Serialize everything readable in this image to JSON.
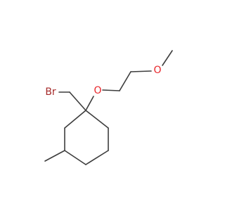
{
  "molecule": {
    "atoms": {
      "br": {
        "label": "Br",
        "color": "#a52a2a"
      },
      "o_ether": {
        "label": "O",
        "color": "#e8252a"
      },
      "o_methoxy": {
        "label": "O",
        "color": "#e8252a"
      }
    },
    "bond_color": "#3d3d3d"
  }
}
